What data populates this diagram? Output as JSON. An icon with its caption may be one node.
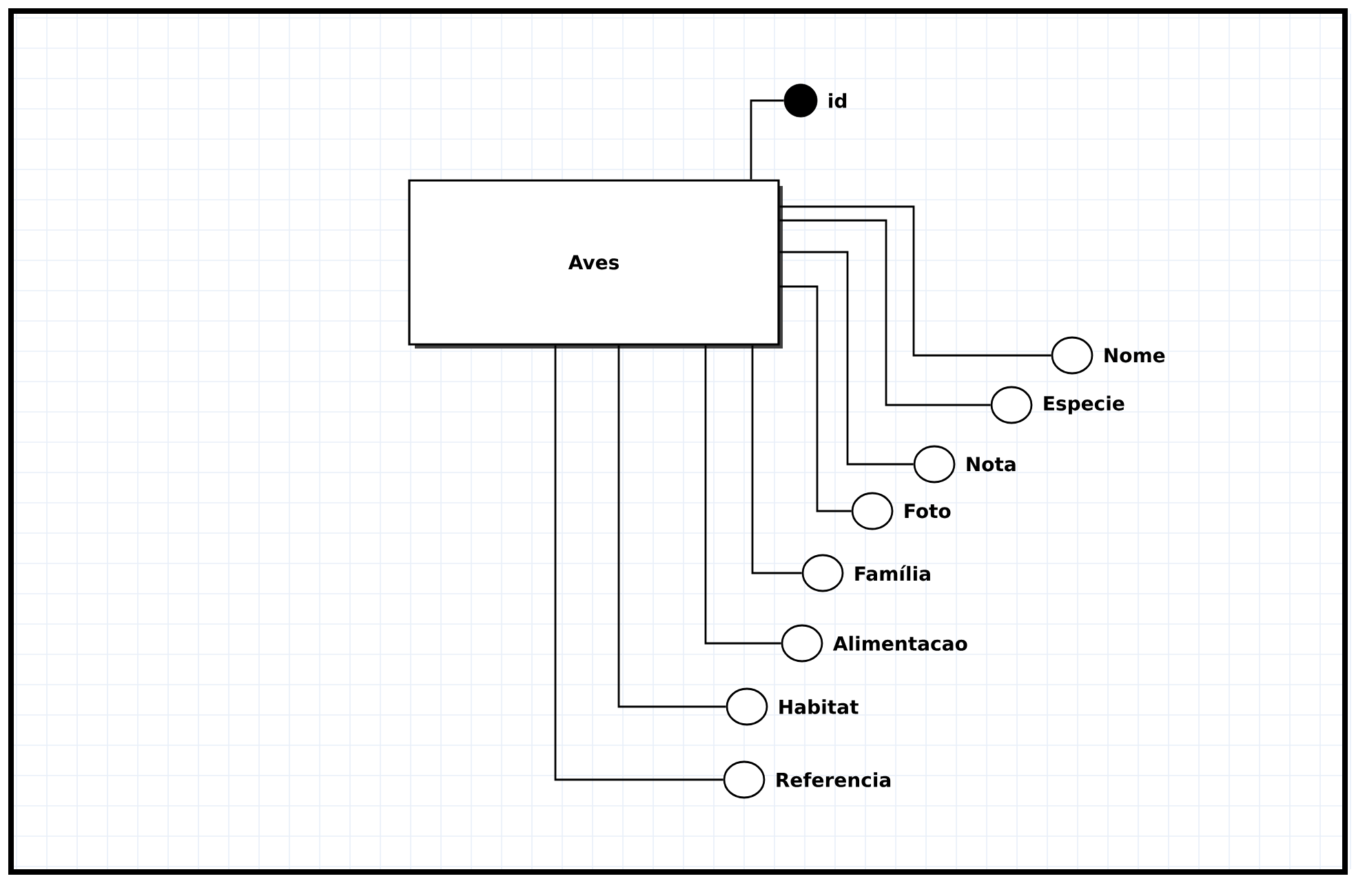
{
  "diagram": {
    "nodes": [
      {
        "text": [
          "Aves"
        ]
      },
      {
        "text": [],
        "shape": "dot",
        "beside": [
          "id"
        ]
      },
      {
        "text": [],
        "shape": "circle",
        "beside": [
          "Nome"
        ]
      },
      {
        "text": [],
        "shape": "circle",
        "beside": [
          "Especie"
        ]
      },
      {
        "text": [],
        "shape": "circle",
        "beside": [
          "Nota"
        ]
      },
      {
        "text": [],
        "shape": "circle",
        "beside": [
          "Foto"
        ]
      },
      {
        "text": [],
        "shape": "circle",
        "beside": [
          "Família"
        ]
      },
      {
        "text": [],
        "shape": "circle",
        "beside": [
          "Alimentacao"
        ]
      },
      {
        "text": [],
        "shape": "circle",
        "beside": [
          "Habitat"
        ]
      },
      {
        "text": [],
        "shape": "circle",
        "beside": [
          "Referencia"
        ]
      }
    ],
    "edges": [
      {
        "from": 0,
        "to": 1,
        "arrow": "none"
      },
      {
        "from": 0,
        "to": 2,
        "arrow": "none"
      },
      {
        "from": 0,
        "to": 3,
        "arrow": "none"
      },
      {
        "from": 0,
        "to": 4,
        "arrow": "none"
      },
      {
        "from": 0,
        "to": 5,
        "arrow": "none"
      },
      {
        "from": 0,
        "to": 6,
        "arrow": "none"
      },
      {
        "from": 0,
        "to": 7,
        "arrow": "none"
      },
      {
        "from": 0,
        "to": 8,
        "arrow": "none"
      },
      {
        "from": 0,
        "to": 9,
        "arrow": "none"
      }
    ]
  }
}
